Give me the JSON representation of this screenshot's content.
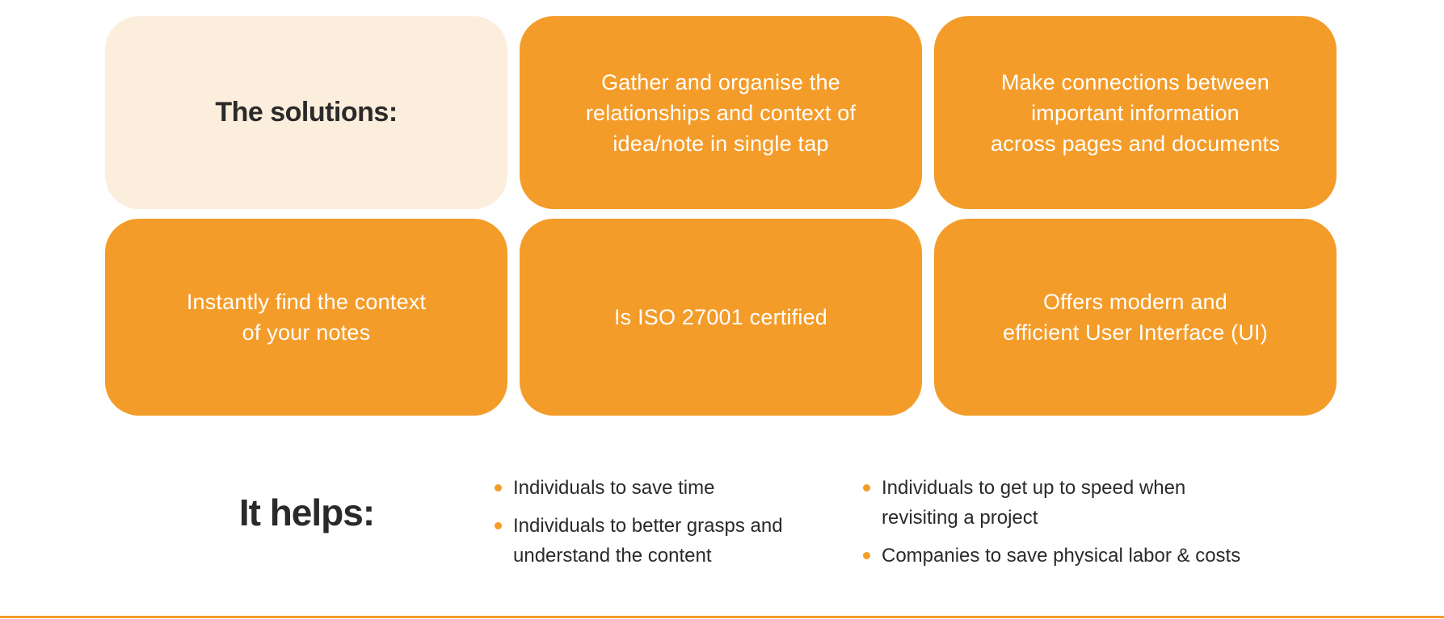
{
  "colors": {
    "accent_orange": "#F49C29",
    "card_cream": "#FCEEDD",
    "text_dark": "#2B2A29",
    "text_white": "#FFFFFF"
  },
  "solutions": {
    "heading_card": "The solutions:",
    "cards": [
      {
        "text": "Gather and organise the\nrelationships and context of\nidea/note in single tap"
      },
      {
        "text": "Make connections between\nimportant information\nacross pages and documents"
      },
      {
        "text": "Instantly find the context\nof your notes"
      },
      {
        "text": "Is ISO 27001 certified"
      },
      {
        "text": "Offers modern and\nefficient User Interface (UI)"
      }
    ]
  },
  "helps": {
    "heading": "It helps:",
    "columns": [
      {
        "items": [
          {
            "text": "Individuals to save time"
          },
          {
            "text": "Individuals to better grasps and\nunderstand the content"
          }
        ]
      },
      {
        "items": [
          {
            "text": "Individuals to get up to speed when\nrevisiting a project"
          },
          {
            "text": "Companies to save physical labor & costs"
          }
        ]
      }
    ]
  }
}
